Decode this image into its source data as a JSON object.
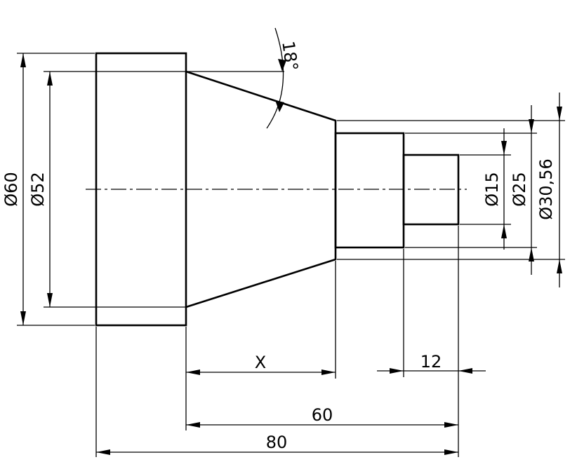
{
  "drawing": {
    "angle_label": "18°",
    "diameters": {
      "d60": "Ø60",
      "d52": "Ø52",
      "d15": "Ø15",
      "d25": "Ø25",
      "d30_56": "Ø30,56"
    },
    "lengths": {
      "x": "X",
      "l12": "12",
      "l60": "60",
      "l80": "80"
    }
  }
}
